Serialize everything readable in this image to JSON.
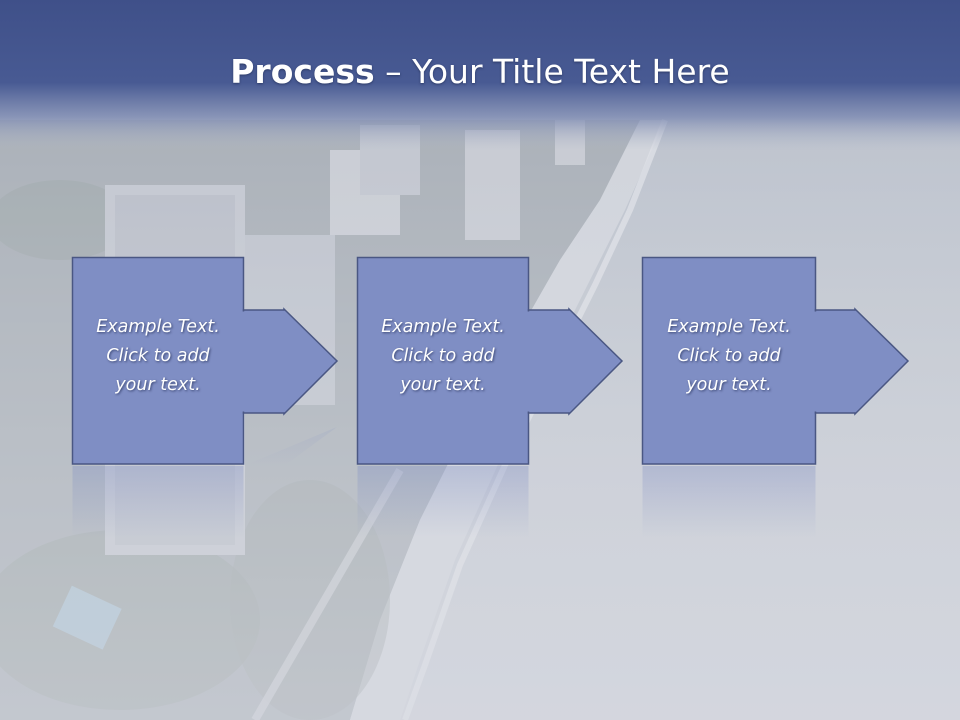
{
  "title": {
    "bold": "Process",
    "rest": " – Your Title Text Here"
  },
  "steps": [
    {
      "lines": [
        "Example Text.",
        "Click  to add",
        "your text."
      ]
    },
    {
      "lines": [
        "Example Text.",
        "Click  to add",
        "your text."
      ]
    },
    {
      "lines": [
        "Example Text.",
        "Click  to add",
        "your text."
      ]
    }
  ],
  "colors": {
    "header": "#3f5088",
    "step_fill": "#7f8ec4",
    "step_border": "#4a5783",
    "text": "#ffffff"
  }
}
